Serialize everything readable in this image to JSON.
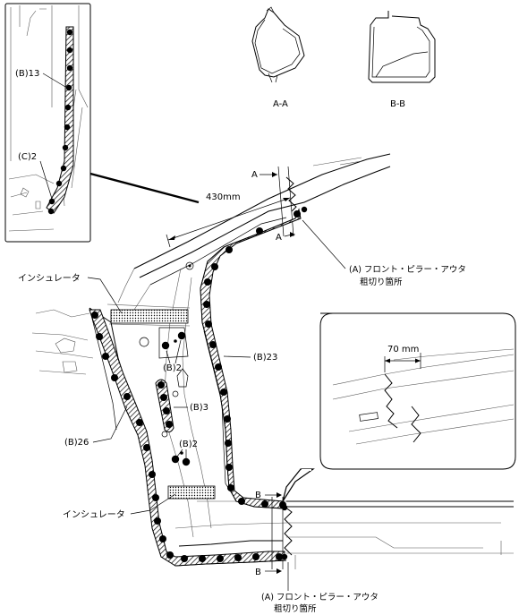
{
  "labels": {
    "section_aa": "A-A",
    "section_bb": "B-B",
    "dim_430": "430mm",
    "dim_70": "70 mm",
    "marker_a": "A",
    "marker_b": "B",
    "inset_b13": "(B)13",
    "inset_c2": "(C)2",
    "insulator_top": "インシュレータ",
    "insulator_bottom": "インシュレータ",
    "b26": "(B)26",
    "b23": "(B)23",
    "b2_upper": "(B)2",
    "b3": "(B)3",
    "b2_lower": "(B)2",
    "cut_top_line1": "(A) フロント・ピラー・アウタ",
    "cut_top_line2": "粗切り箇所",
    "cut_bottom_line1": "(A) フロント・ピラー・アウタ",
    "cut_bottom_line2": "粗切り箇所"
  },
  "colors": {
    "ink": "#000000",
    "hatch": "#000000",
    "background": "#ffffff"
  }
}
